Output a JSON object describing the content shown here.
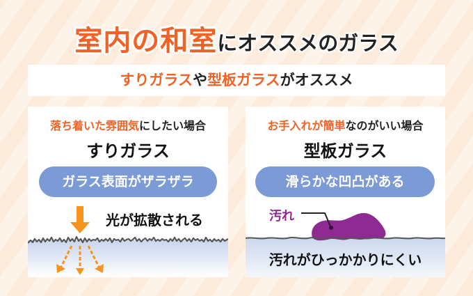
{
  "title": {
    "highlight": "室内の和室",
    "rest": "にオススメのガラス",
    "highlight_color": "#f06226"
  },
  "banner": {
    "part1": "すりガラス",
    "part2": "や",
    "part3": "型板ガラス",
    "part4": "がオススメ"
  },
  "cards": [
    {
      "subtitle_highlight": "落ち着いた雰囲気",
      "subtitle_rest": "にしたい場合",
      "name": "すりガラス",
      "pill": "ガラス表面がザラザラ",
      "caption": "光が拡散される",
      "icons": [
        "light-arrow-down",
        "frosted-rough-surface",
        "diffused-light-arrows"
      ]
    },
    {
      "subtitle_highlight": "お手入れが簡単",
      "subtitle_rest": "なのがいい場合",
      "name": "型板ガラス",
      "pill": "滑らかな凹凸がある",
      "dirt_label": "汚れ",
      "caption": "汚れがひっかかりにくい",
      "icons": [
        "dirt-stain",
        "smooth-wavy-surface"
      ]
    }
  ],
  "colors": {
    "accent": "#f06226",
    "pill": "#7b9ad6",
    "arrow": "#f7941d",
    "dirt": "#8e2a92",
    "background": "#fdecdc"
  }
}
